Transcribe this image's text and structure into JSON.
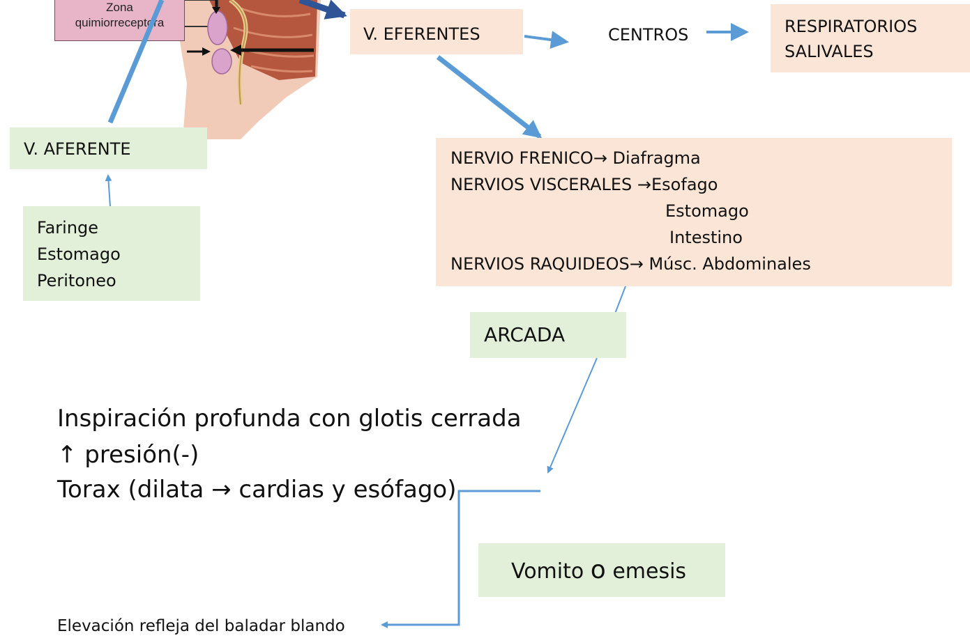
{
  "anatomy": {
    "zona_label_line1": "Zona",
    "zona_label_line2": "quimiorreceptora"
  },
  "nodes": {
    "v_eferentes": "V. EFERENTES",
    "centros": "CENTROS",
    "respiratorios": "RESPIRATORIOS",
    "salivales": "SALIVALES",
    "v_aferente": "V. AFERENTE",
    "afferent_sources": [
      "Faringe",
      "Estomago",
      "Peritoneo"
    ],
    "nerves": {
      "frenico": "NERVIO FRENICO→ Diafragma",
      "viscerales": "NERVIOS VISCERALES →Esofago",
      "estomago": "Estomago",
      "intestino": "Intestino",
      "raquideos": "NERVIOS RAQUIDEOS→ Músc. Abdominales"
    },
    "arcada": "ARCADA",
    "vomito_pre": "Vomito ",
    "vomito_o": "o",
    "vomito_post": " emesis"
  },
  "arcada_steps": [
    "Inspiración profunda con glotis cerrada",
    "↑ presión(-)",
    "Torax (dilata → cardias y esófago)"
  ],
  "elevation_text": "Elevación refleja del baladar blando",
  "colors": {
    "peach": "#fbe5d6",
    "green": "#e2f0d9",
    "arrow_blue": "#5b9bd5",
    "dark_blue": "#2f5597"
  }
}
